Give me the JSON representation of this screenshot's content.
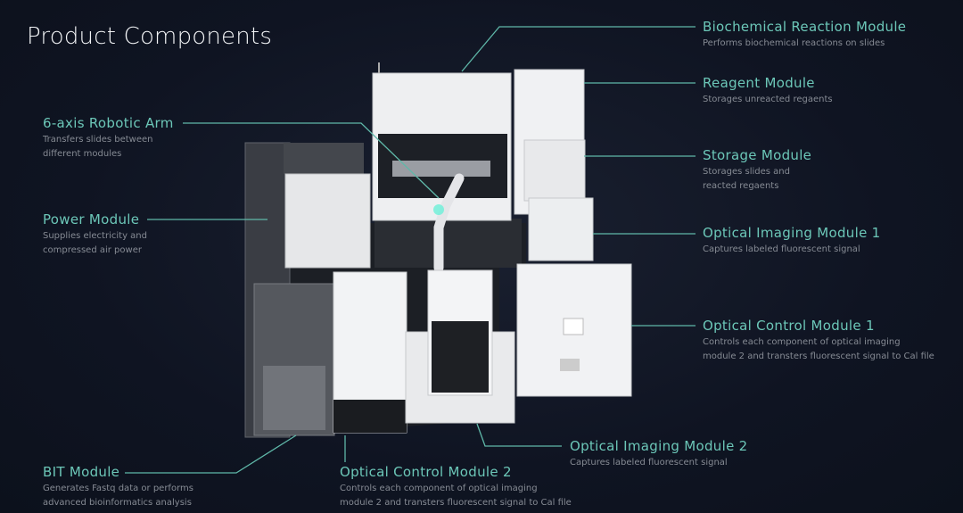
{
  "title": "Product Components",
  "components": [
    {
      "name": "Biochemical Reaction Module",
      "desc": [
        "Performs biochemical reactions on slides"
      ]
    },
    {
      "name": "Reagent Module",
      "desc": [
        "Storages unreacted regaents"
      ]
    },
    {
      "name": "Storage Module",
      "desc": [
        "Storages slides and",
        "reacted regaents"
      ]
    },
    {
      "name": "Optical Imaging Module 1",
      "desc": [
        "Captures labeled fluorescent signal"
      ]
    },
    {
      "name": "Optical Control Module 1",
      "desc": [
        "Controls each component of optical imaging",
        "module 2 and transters fluorescent signal to Cal file"
      ]
    },
    {
      "name": "6-axis Robotic Arm",
      "desc": [
        "Transfers slides between",
        "different modules"
      ]
    },
    {
      "name": "Power Module",
      "desc": [
        "Supplies electricity and",
        "compressed air power"
      ]
    },
    {
      "name": "BIT Module",
      "desc": [
        "Generates Fastq data or performs",
        "advanced bioinformatics analysis"
      ]
    },
    {
      "name": "Optical Control Module 2",
      "desc": [
        "Controls each component of optical imaging",
        "module 2 and transters fluorescent signal to Cal file"
      ]
    },
    {
      "name": "Optical Imaging Module 2",
      "desc": [
        "Captures labeled fluorescent signal"
      ]
    }
  ],
  "colors": {
    "accent": "#6cc7b8",
    "background": "#0f1422",
    "text": "#868b94"
  }
}
